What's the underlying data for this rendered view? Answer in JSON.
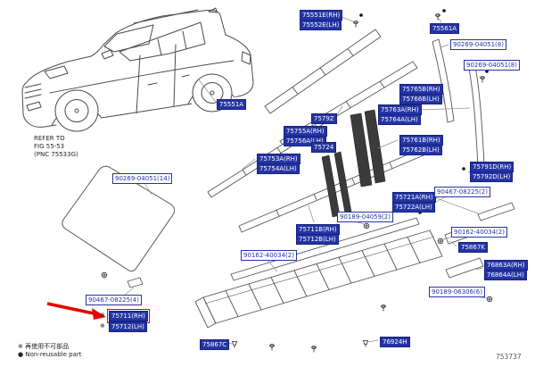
{
  "meta": {
    "figure_number": "753737"
  },
  "notes": {
    "refer_line1": "REFER TO",
    "refer_line2": "FIG 55-53",
    "refer_line3": "(PNC 75533G)",
    "legend_jp": "※ 再使用不可部品",
    "legend_en": "● Non-reusable part"
  },
  "symbols": {
    "non_reusable": "※"
  },
  "colors": {
    "label_blue": "#2434a4",
    "highlight_red": "#e60000"
  },
  "labels": {
    "p75551e": "75551E(RH)",
    "p75552e": "75552E(LH)",
    "p75561a": "75561A",
    "f90269_8a": "90269-04051(8)",
    "f90269_8b": "90269-04051(8)",
    "p75765b": "75765B(RH)",
    "p75766b": "75766B(LH)",
    "p75763a": "75763A(RH)",
    "p75764a": "75764A(LH)",
    "p75551a": "75551A",
    "p7579z": "7579Z",
    "p75755a": "75755A(RH)",
    "p75756a": "75756A(LH)",
    "p75761b": "75761B(RH)",
    "p75762b": "75762B(LH)",
    "p75753a": "75753A(RH)",
    "p75754a": "75754A(LH)",
    "p75724": "75724",
    "f90269_14": "90269-04051(14)",
    "p75791d": "75791D(RH)",
    "p75792d": "75792D(LH)",
    "p75721a": "75721A(RH)",
    "p75722a": "75722A(LH)",
    "f90467_2": "90467-08225(2)",
    "f90189_4059": "90189-04059(2)",
    "p75711b": "75711B(RH)",
    "p75712b": "75712B(LH)",
    "f90162a": "90162-40034(2)",
    "f90162b": "90162-40034(2)",
    "p75867k": "75867K",
    "p76863a": "76863A(RH)",
    "p76864a": "76864A(LH)",
    "f90189_6306": "90189-06306(6)",
    "f90467_4": "90467-08225(4)",
    "p75711": "75711(RH)",
    "p75712": "75712(LH)",
    "p75867c": "75867C",
    "p76924h": "76924H"
  }
}
